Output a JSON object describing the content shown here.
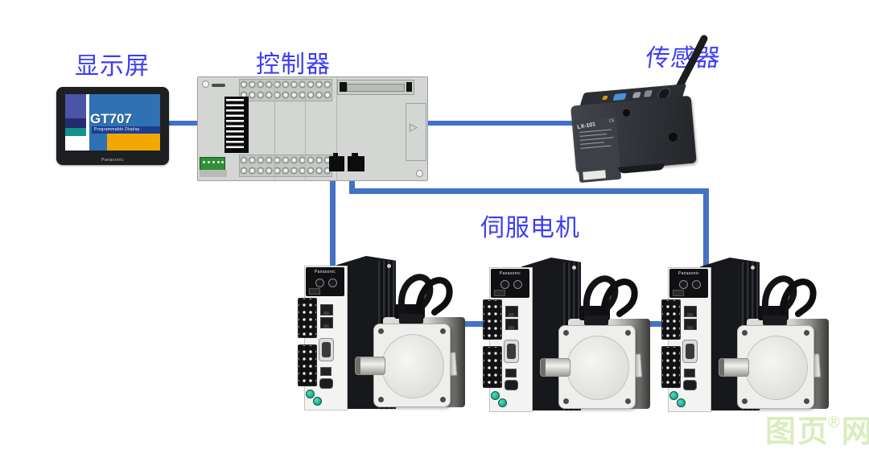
{
  "labels": {
    "display": "显示屏",
    "controller": "控制器",
    "sensor": "传感器",
    "servo": "伺服电机"
  },
  "display_device": {
    "model": "GT707",
    "subtitle": "Programmable Display",
    "brand": "Panasonic"
  },
  "sensor_device": {
    "model": "LX-101",
    "cert": "CE"
  },
  "servo": {
    "brand": "Panasonic",
    "unit_count": 3
  },
  "watermark": {
    "name": "图页",
    "reg": "®",
    "suffix": "网"
  },
  "colors": {
    "connector_line": "#4472C4",
    "label_text": "#3D3DF5",
    "watermark_text": "#D9EDBE",
    "screen_blue": "#2E72B4",
    "screen_orange": "#F2A800",
    "screen_teal": "#13918A",
    "screen_slate": "#4A55A8",
    "screen_navy": "#1D3E92"
  }
}
